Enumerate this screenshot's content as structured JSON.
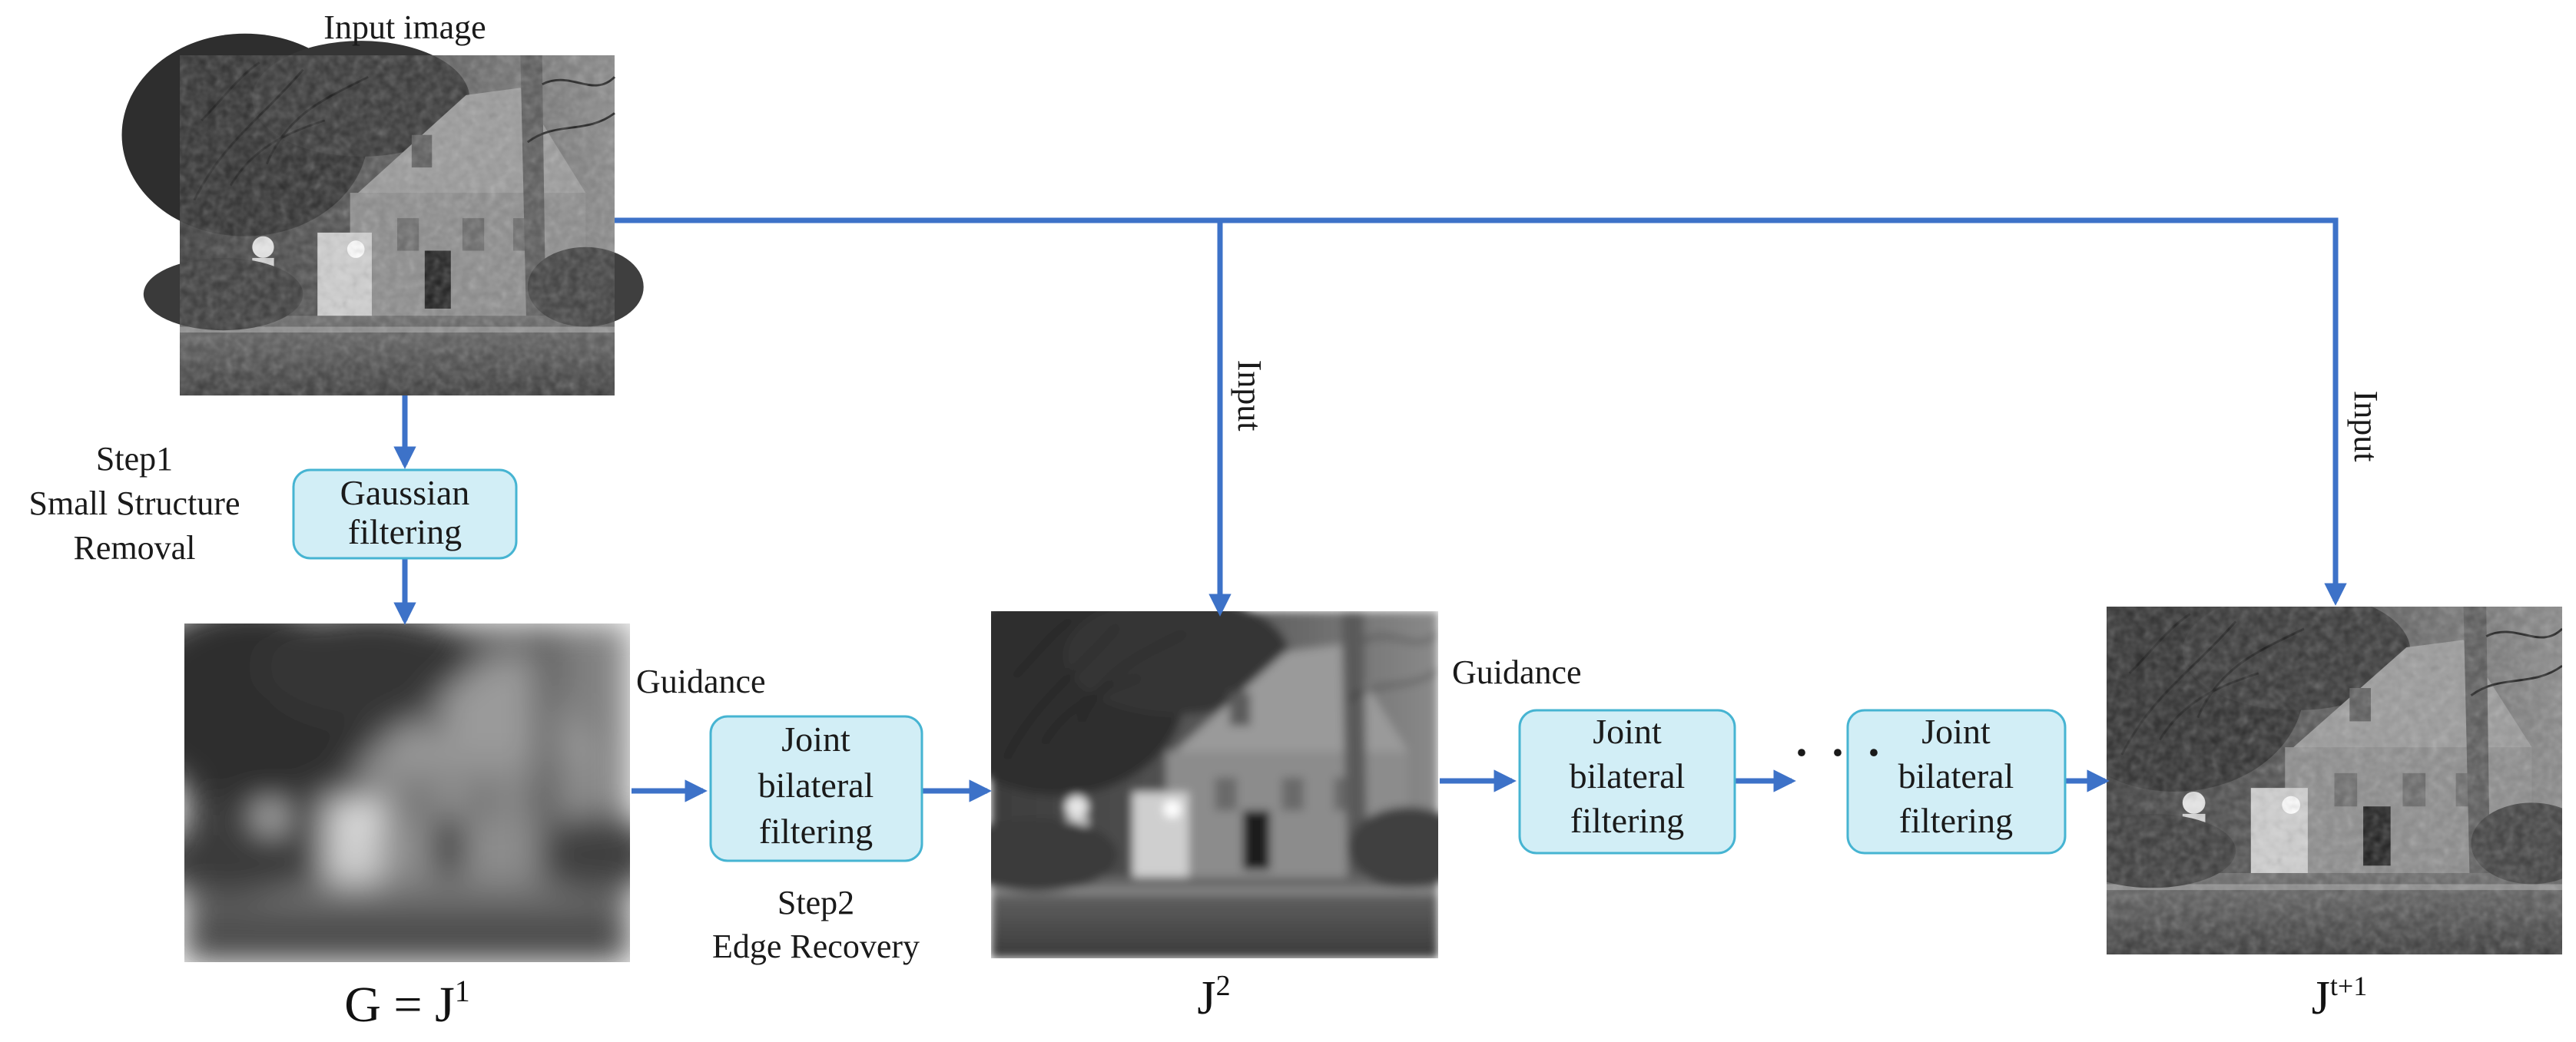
{
  "title": "Input image",
  "step1": {
    "line1": "Step1",
    "line2": "Small Structure",
    "line3": "Removal"
  },
  "gaussian_box": {
    "line1": "Gaussian",
    "line2": "filtering"
  },
  "jbf_box": {
    "line1": "Joint",
    "line2": "bilateral",
    "line3": "filtering"
  },
  "guidance_label": "Guidance",
  "input_label": "Input",
  "step2": {
    "line1": "Step2",
    "line2": "Edge Recovery"
  },
  "ellipsis": "· · ·",
  "image_labels": {
    "g": {
      "base": "G = J",
      "sup": "1"
    },
    "j2": {
      "base": "J",
      "sup": "2"
    },
    "jt": {
      "base": "J",
      "sup": "t+1"
    }
  },
  "colors": {
    "arrow": "#3d72c8",
    "box_fill": "#d2eef6",
    "box_stroke": "#46b4d2"
  }
}
